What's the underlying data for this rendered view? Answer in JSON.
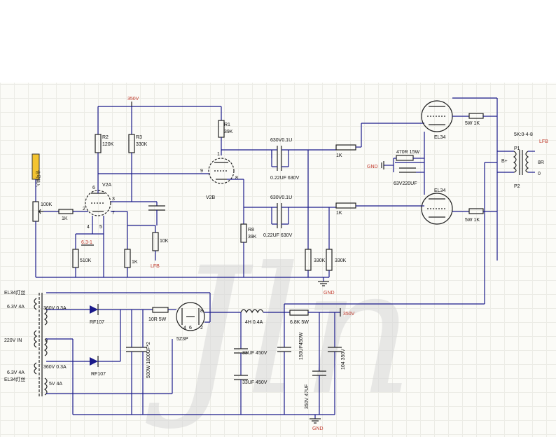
{
  "watermark": "Jln",
  "rail": {
    "hv_top": "350V",
    "hv_psu": "350V",
    "gnd": "GND",
    "gnd2": "GND",
    "lfb_out": "LFB",
    "lfb_in": "LFB"
  },
  "input": {
    "tag": "信号输入",
    "pot": "100K",
    "r_in": "1K"
  },
  "v2a": {
    "name": "V2A",
    "pins": [
      "6",
      "3",
      "2",
      "7",
      "4",
      "5"
    ],
    "r2": "R2",
    "r2_val": "120K",
    "r3": "R3",
    "r3_val": "330K",
    "r_k": "510K",
    "r_k2": "1K",
    "r_fb": "10K",
    "heater": "6.3-1"
  },
  "v2b": {
    "name": "V2B",
    "pins": [
      "1",
      "9",
      "8"
    ],
    "r1": "R1",
    "r1_val": "39K",
    "r8": "R8",
    "r8_val": "39K"
  },
  "coupling": {
    "c1": "630V0.1U",
    "c1b": "0.22UF 630V",
    "c2": "630V0.1U",
    "c2b": "0.22UF 630V",
    "r_g1": "330K",
    "r_g2": "330K",
    "r_s1": "1K",
    "r_s2": "1K"
  },
  "output": {
    "tube1": "EL34",
    "tube2": "EL34",
    "rs1": "5W 1K",
    "rs2": "5W 1K",
    "rk": "470R 15W",
    "ck": "63V220UF",
    "gnd": "GND",
    "xfmr": "5K:0-4-8",
    "p1": "P1",
    "p2": "P2",
    "bplus": "B+",
    "lfb": "LFB",
    "spk": "8R",
    "tap0": "0"
  },
  "psu": {
    "el34_heater_a": "EL34灯丝",
    "heater_a": "6.3V 4A",
    "hv_a": "360V 0.3A",
    "mains": "220V IN",
    "zero": "0",
    "heater_b": "6.3V 4A",
    "el34_heater_b": "EL34灯丝",
    "hv_b": "360V 0.3A",
    "rect_heater": "5V 4A",
    "d1": "RF107",
    "d2": "RF107",
    "c_in": "500W 1800UF*2",
    "r_sr": "10R 5W",
    "rect": "5Z3P",
    "rect_pins": [
      "8",
      "2",
      "4",
      "6"
    ],
    "choke": "4H 0.4A",
    "c_f1": "33UF 450V",
    "c_f2": "33UF 450V",
    "c_f3": "150UF450W",
    "r_drop": "6.8K 5W",
    "c_f4": "350V 47UF",
    "c_f5": "104 350V"
  }
}
